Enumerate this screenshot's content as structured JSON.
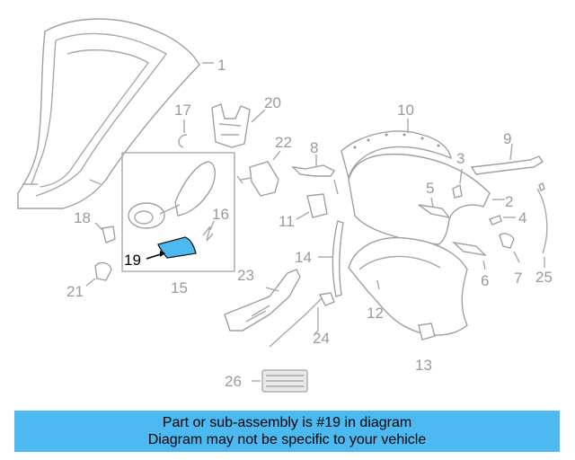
{
  "diagram": {
    "highlight_color": "#4cb9f1",
    "highlighted_part": "19",
    "callouts": [
      "1",
      "2",
      "3",
      "4",
      "5",
      "6",
      "7",
      "8",
      "9",
      "10",
      "11",
      "12",
      "13",
      "14",
      "15",
      "16",
      "17",
      "18",
      "19",
      "20",
      "21",
      "22",
      "23",
      "24",
      "25",
      "26"
    ]
  },
  "caption": {
    "line1": "Part or sub-assembly is #19 in diagram",
    "line2": "Diagram may not be specific to your vehicle",
    "background": "#4cb9f1"
  }
}
